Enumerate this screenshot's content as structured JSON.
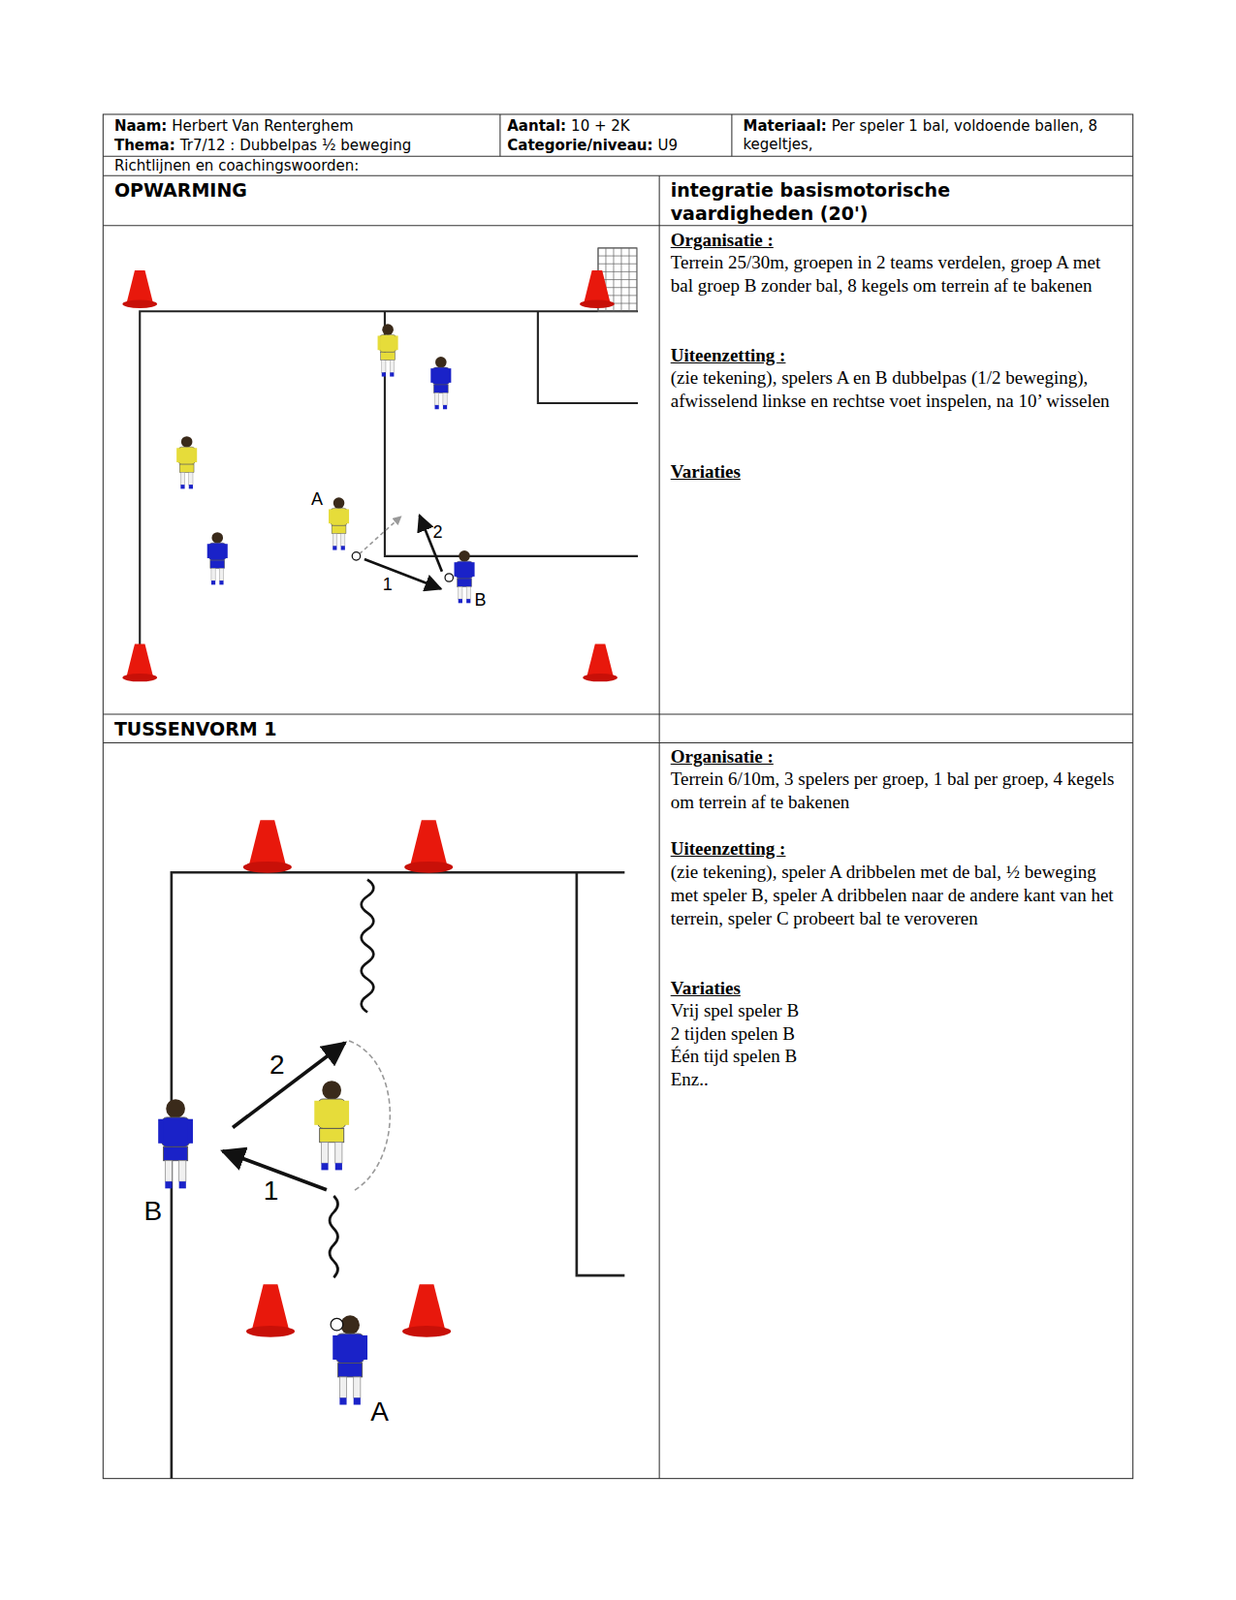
{
  "diagram": {
    "labels": [
      "Naam:",
      "Herbert Van Renterghem",
      "Thema:",
      "Tr7/12 : Dubbelpas ½ beweging",
      "Aantal:",
      "10 + 2K",
      "Categorie/niveau:",
      "U9",
      "Materiaal:",
      "Per speler 1 bal, voldoende ballen, 8 kegeltjes,",
      "Richtlijnen en coachingswoorden:",
      "OPWARMING",
      "integratie basismotorische vaardigheden (20')",
      "Organisatie :",
      "Terrein 25/30m, groepen in 2 teams verdelen, groep A met bal groep B zonder bal, 8 kegels om terrein af te bakenen",
      "Uiteenzetting :",
      "(zie tekening), spelers A en B dubbelpas (1/2 beweging), afwisselend linkse en rechtse voet inspelen, na 10’ wisselen",
      "Variaties",
      "A",
      "1",
      "2",
      "B",
      "TUSSENVORM 1",
      "Organisatie :",
      "Terrein 6/10m, 3 spelers per groep, 1 bal per groep, 4 kegels om terrein af te bakenen",
      "Uiteenzetting :",
      "(zie tekening), speler A dribbelen met de bal, ½ beweging met speler B, speler A dribbelen naar de andere kant van het terrein, speler C probeert bal te veroveren",
      "Variaties",
      "Vrij spel speler B",
      "2 tijden spelen B",
      "Één tijd spelen B",
      "Enz..",
      "2",
      "1",
      "B",
      "A"
    ]
  }
}
